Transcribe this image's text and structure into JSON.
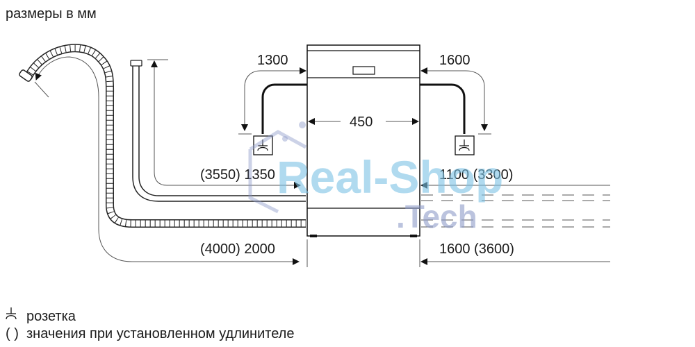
{
  "title": "размеры в мм",
  "dimensions": {
    "power_left": "1300",
    "power_right": "1600",
    "width": "450",
    "inlet_left": "(3550) 1350",
    "inlet_right": "1100 (3300)",
    "drain_left": "(4000) 2000",
    "drain_right": "1600 (3600)"
  },
  "legend": {
    "socket_symbol": "⏊",
    "socket_label": "розетка",
    "ext_symbol": "( )",
    "ext_label": "значения при установленном удлинителе"
  },
  "watermark": {
    "line1": "Real-Shop",
    "line2": ".Tech"
  },
  "colors": {
    "line": "#111111",
    "watermark_blue": "#7cc3e6",
    "watermark_purple": "#8e9cc9"
  }
}
